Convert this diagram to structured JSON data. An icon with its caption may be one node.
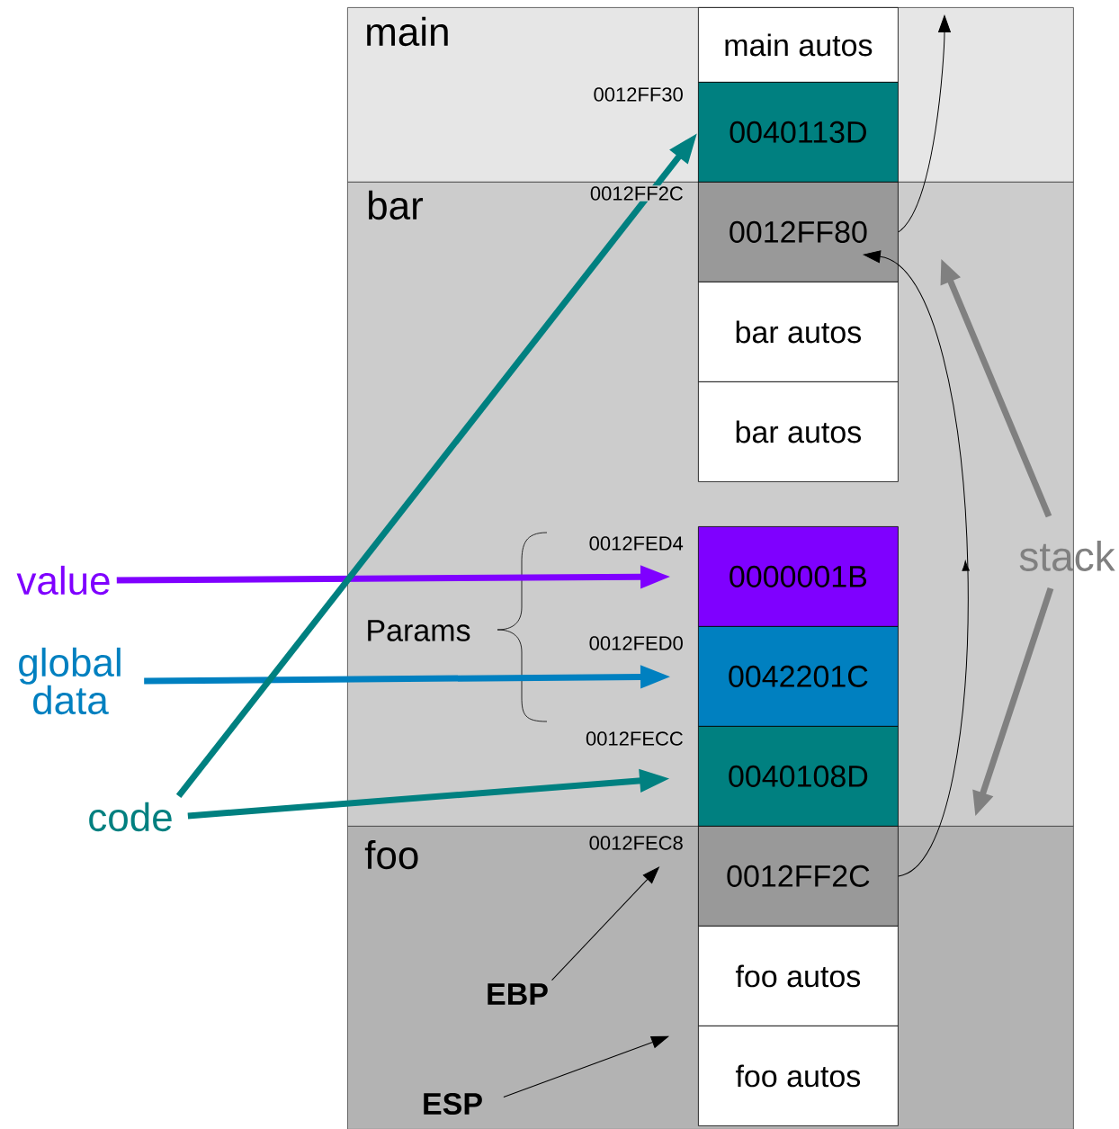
{
  "diagram": {
    "nodes": [
      {
        "text": [
          "main"
        ]
      },
      {
        "text": [
          "bar"
        ]
      },
      {
        "text": [
          "foo"
        ]
      },
      {
        "text": [
          "main autos"
        ],
        "in": 0
      },
      {
        "text": [
          "0040113D"
        ],
        "in": 0,
        "beside": [
          "0012FF30"
        ]
      },
      {
        "text": [
          "0012FF80"
        ],
        "in": 1,
        "beside": [
          "0012FF2C"
        ]
      },
      {
        "text": [
          "bar autos"
        ],
        "in": 1
      },
      {
        "text": [
          "bar autos"
        ],
        "in": 1
      },
      {
        "text": [
          "0000001B"
        ],
        "in": 1,
        "beside": [
          "0012FED4"
        ]
      },
      {
        "text": [
          "0042201C"
        ],
        "in": 1,
        "beside": [
          "0012FED0"
        ]
      },
      {
        "text": [
          "0040108D"
        ],
        "in": 1,
        "beside": [
          "0012FECC"
        ]
      },
      {
        "text": [
          "0012FF2C"
        ],
        "in": 2,
        "beside": [
          "0012FEC8"
        ]
      },
      {
        "text": [
          "foo autos"
        ],
        "in": 2
      },
      {
        "text": [
          "foo autos"
        ],
        "in": 2
      },
      {
        "text": [
          "value"
        ]
      },
      {
        "text": [
          "global data"
        ]
      },
      {
        "text": [
          "code"
        ]
      },
      {
        "text": [
          "EBP"
        ],
        "in": 2
      },
      {
        "text": [
          "ESP"
        ],
        "in": 2
      }
    ],
    "edges": [
      {
        "from": 14,
        "to": 8,
        "arrow": "to",
        "style": "thick",
        "color": "#7f00ff"
      },
      {
        "from": 15,
        "to": 9,
        "arrow": "to",
        "style": "thick",
        "color": "#0080c0"
      },
      {
        "from": 16,
        "to": 4,
        "arrow": "to",
        "style": "thick",
        "color": "#008080"
      },
      {
        "from": 16,
        "to": 10,
        "arrow": "to",
        "style": "thick",
        "color": "#008080"
      },
      {
        "from": 5,
        "to": 0,
        "arrow": "to"
      },
      {
        "from": 11,
        "to": 5,
        "arrow": "to"
      },
      {
        "from": 17,
        "to": 11,
        "arrow": "to"
      },
      {
        "from": 18,
        "to": 13,
        "arrow": "to"
      }
    ],
    "labels": [
      "Params",
      "stack"
    ]
  }
}
